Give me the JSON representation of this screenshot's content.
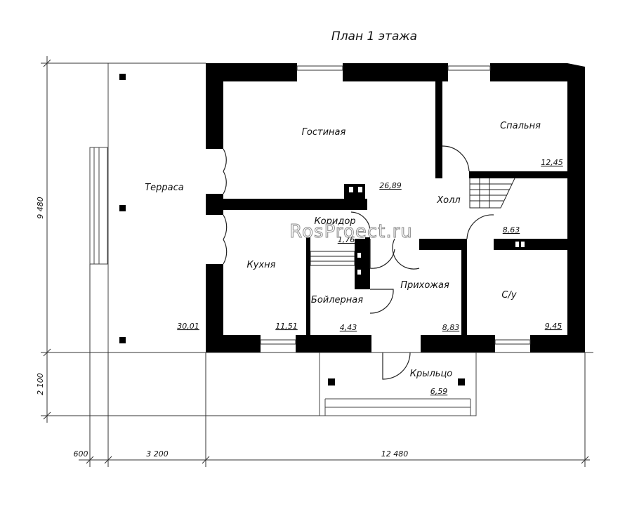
{
  "title": "План 1 этажа",
  "watermark": "RosProect.ru",
  "rooms": [
    {
      "name": "Гостиная",
      "area": "26,89"
    },
    {
      "name": "Спальня",
      "area": "12,45"
    },
    {
      "name": "Холл",
      "area": "8,63"
    },
    {
      "name": "Коридор",
      "area": "1,76"
    },
    {
      "name": "Кухня",
      "area": "11,51"
    },
    {
      "name": "Бойлерная",
      "area": "4,43"
    },
    {
      "name": "Прихожая",
      "area": "8,83"
    },
    {
      "name": "С/у",
      "area": "9,45"
    },
    {
      "name": "Терраса",
      "area": "30,01"
    },
    {
      "name": "Крыльцо",
      "area": "6,59"
    }
  ],
  "dimensions": {
    "height_main": "9 480",
    "height_porch": "2 100",
    "width_left": "600",
    "width_terrace": "3 200",
    "width_house": "12 480"
  }
}
